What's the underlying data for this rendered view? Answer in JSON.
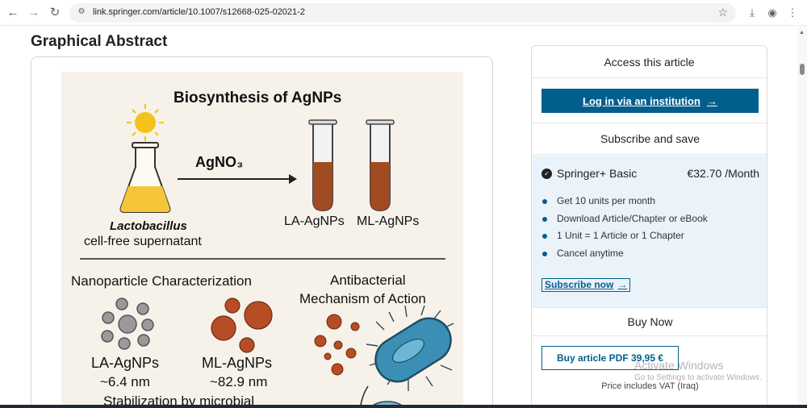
{
  "browser": {
    "url": "link.springer.com/article/10.1007/s12668-025-02021-2",
    "back_icon": "back-arrow-icon",
    "forward_icon": "forward-arrow-icon",
    "reload_icon": "reload-icon"
  },
  "article": {
    "section_title": "Graphical Abstract",
    "figure": {
      "title": "Biosynthesis of AgNPs",
      "reagent": "AgNO₃",
      "source_line1": "Lactobacillus",
      "source_line2": "cell-free supernatant",
      "product_la": "LA-AgNPs",
      "product_ml": "ML-AgNPs",
      "char_title": "Nanoparticle Characterization",
      "mech_title_1": "Antibacterial",
      "mech_title_2": "Mechanism of Action",
      "la_label": "LA-AgNPs",
      "la_size": "~6.4 nm",
      "ml_label": "ML-AgNPs",
      "ml_size": "~82.9 nm",
      "stab_text": "Stabilization by microbial"
    }
  },
  "panel": {
    "access_title": "Access this article",
    "institution_button": "Log in via an institution",
    "subscribe_title": "Subscribe and save",
    "plan_name": "Springer+ Basic",
    "plan_price": "€32.70 /Month",
    "features": [
      "Get 10 units per month",
      "Download Article/Chapter or eBook",
      "1 Unit = 1 Article or 1 Chapter",
      "Cancel anytime"
    ],
    "subscribe_now": "Subscribe now",
    "buy_title": "Buy Now",
    "buy_button": "Buy article PDF 39,95 €",
    "vat_note": "Price includes VAT (Iraq)"
  },
  "watermark": {
    "line1": "Activate Windows",
    "line2": "Go to Settings to activate Windows."
  },
  "colors": {
    "accent": "#025e8d",
    "plan_bg": "#ebf3fa"
  }
}
